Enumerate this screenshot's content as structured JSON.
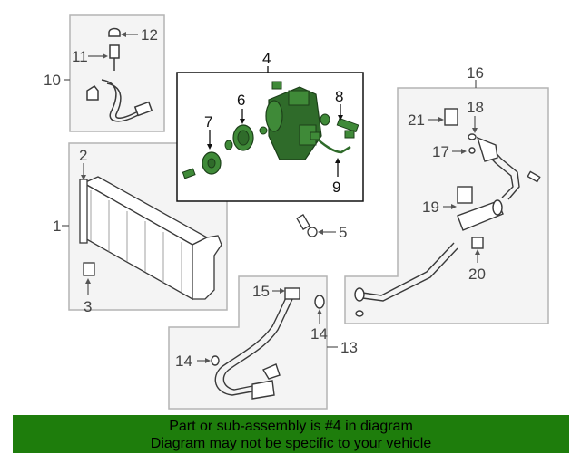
{
  "callouts": {
    "c1": "1",
    "c2": "2",
    "c3": "3",
    "c4": "4",
    "c5": "5",
    "c6": "6",
    "c7": "7",
    "c8": "8",
    "c9": "9",
    "c10": "10",
    "c11": "11",
    "c12": "12",
    "c13": "13",
    "c14a": "14",
    "c14b": "14",
    "c15": "15",
    "c16": "16",
    "c17": "17",
    "c18": "18",
    "c19": "19",
    "c20": "20",
    "c21": "21"
  },
  "banner": {
    "line1": "Part or sub-assembly is #4 in diagram",
    "line2": "Diagram may not be specific to your vehicle"
  },
  "colors": {
    "banner_bg": "#1e7d0c",
    "highlight_part": "#2f6b2a",
    "panel_border": "#b4b4b4",
    "line_art": "#3a3a3a"
  }
}
